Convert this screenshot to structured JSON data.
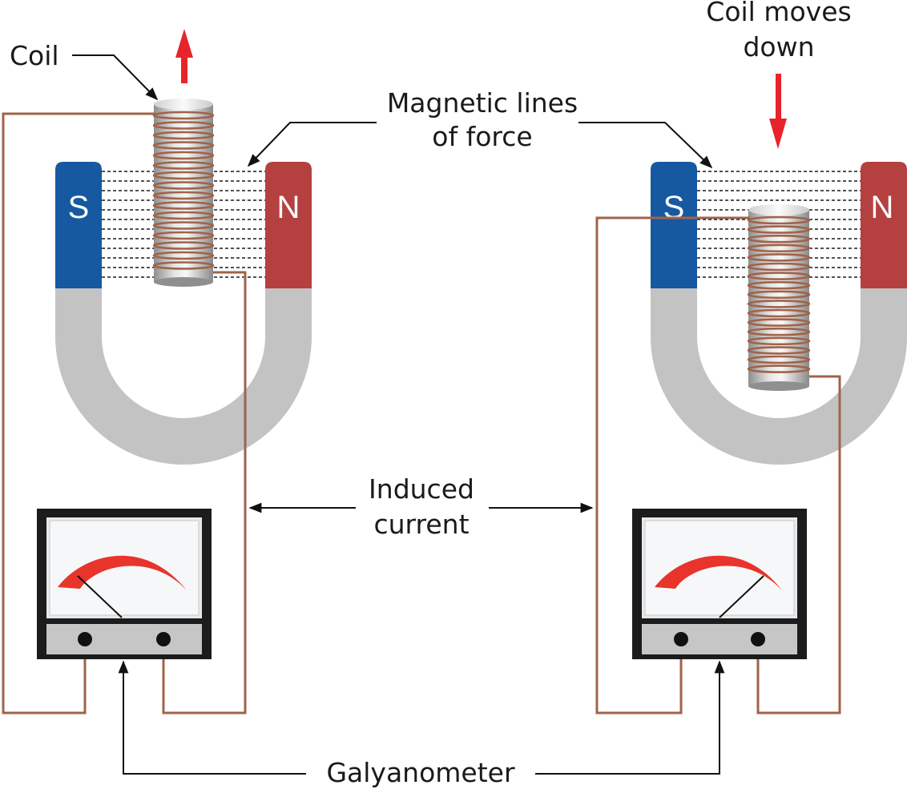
{
  "labels": {
    "coil": "Coil",
    "coil_moves_line1": "Coil moves",
    "coil_moves_line2": "down",
    "magnetic_line1": "Magnetic lines",
    "magnetic_line2": "of force",
    "induced_line1": "Induced",
    "induced_line2": "current",
    "galvanometer": "Galyanometer"
  },
  "magnet_left": {
    "south": "S",
    "north": "N"
  },
  "magnet_right": {
    "south": "S",
    "north": "N"
  },
  "colors": {
    "south_pole": "#1659a0",
    "north_pole": "#b54040",
    "magnet_body": "#c3c3c3",
    "wire": "#a0634a",
    "arrow": "#e8242b",
    "needle_arc": "#e8342b"
  }
}
